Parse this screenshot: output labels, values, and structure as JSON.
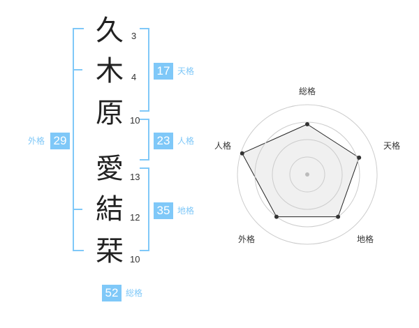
{
  "name_chars": [
    {
      "char": "久",
      "strokes": "3"
    },
    {
      "char": "木",
      "strokes": "4"
    },
    {
      "char": "原",
      "strokes": "10"
    },
    {
      "char": "愛",
      "strokes": "13"
    },
    {
      "char": "結",
      "strokes": "12"
    },
    {
      "char": "栞",
      "strokes": "10"
    }
  ],
  "kakusu": {
    "tenkaku": {
      "value": "17",
      "label": "天格"
    },
    "jinkaku": {
      "value": "23",
      "label": "人格"
    },
    "chikaku": {
      "value": "35",
      "label": "地格"
    },
    "gaikaku": {
      "value": "29",
      "label": "外格"
    },
    "soukaku": {
      "value": "52",
      "label": "総格"
    }
  },
  "radar": {
    "axes": [
      "総格",
      "天格",
      "地格",
      "外格",
      "人格"
    ],
    "values": [
      0.72,
      0.78,
      0.75,
      0.75,
      0.98
    ],
    "max": 1,
    "rings": 4,
    "colors": {
      "fill": "#f0f0f0",
      "line": "#222222",
      "ring": "#cccccc",
      "dot": "#333333"
    }
  },
  "colors": {
    "accent": "#7fc8f8"
  }
}
